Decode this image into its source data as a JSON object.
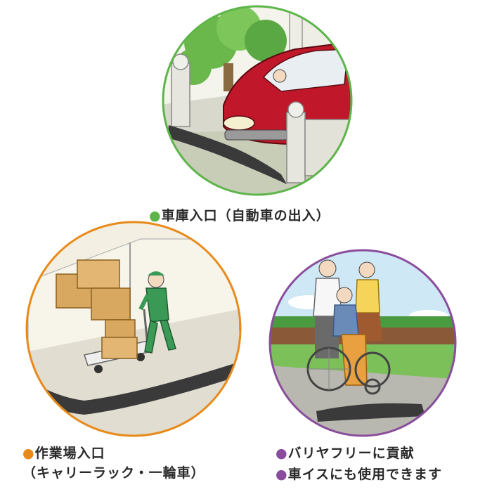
{
  "colors": {
    "garage_ring": "#5db54a",
    "worksite_ring": "#e88a1a",
    "barrier_ring": "#8a4d9c",
    "car": "#c0182a",
    "worker": "#3a9a55"
  },
  "captions": {
    "garage": {
      "dot": "●",
      "text": "車庫入口（自動車の出入）"
    },
    "worksite": {
      "dot": "●",
      "line1": "作業場入口",
      "line2": "（キャリーラック・一輪車）"
    },
    "barrier_free": {
      "dot": "●",
      "line1": "バリヤフリーに貢献",
      "line2_dot": "●",
      "line2": "車イスにも使用できます"
    }
  }
}
